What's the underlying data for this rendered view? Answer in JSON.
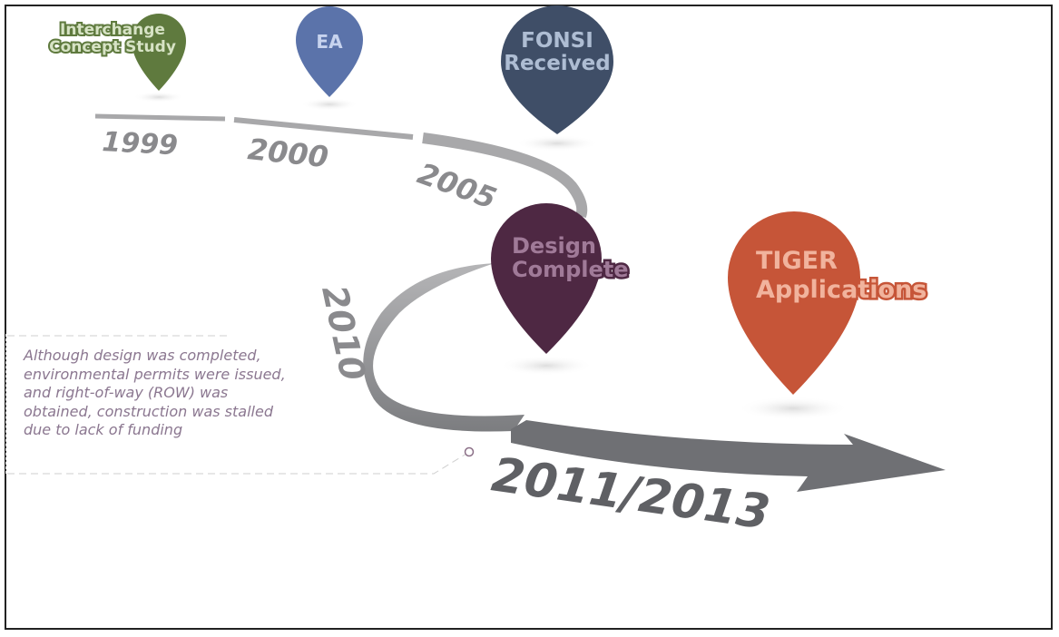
{
  "milestones": [
    {
      "label_lines": [
        "Interchange",
        "Concept Study"
      ],
      "color": "#5f7a3e"
    },
    {
      "label_lines": [
        "EA"
      ],
      "color": "#5b73aa"
    },
    {
      "label_lines": [
        "FONSI",
        "Received"
      ],
      "color": "#3f4e67"
    },
    {
      "label_lines": [
        "Design",
        "Complete"
      ],
      "color": "#4e2843"
    },
    {
      "label_lines": [
        "TIGER",
        "Applications"
      ],
      "color": "#c65538"
    }
  ],
  "years": [
    "1999",
    "2000",
    "2005",
    "2010",
    "2011/2013"
  ],
  "note": "Although design was completed, environmental permits were issued, and right-of-way (ROW) was obtained, construction was stalled due to lack of funding",
  "colors": {
    "road": "#a8a8aa",
    "arrow": "#6f7074",
    "year_text": "#8a8a8d",
    "note_text": "#8b7790"
  }
}
